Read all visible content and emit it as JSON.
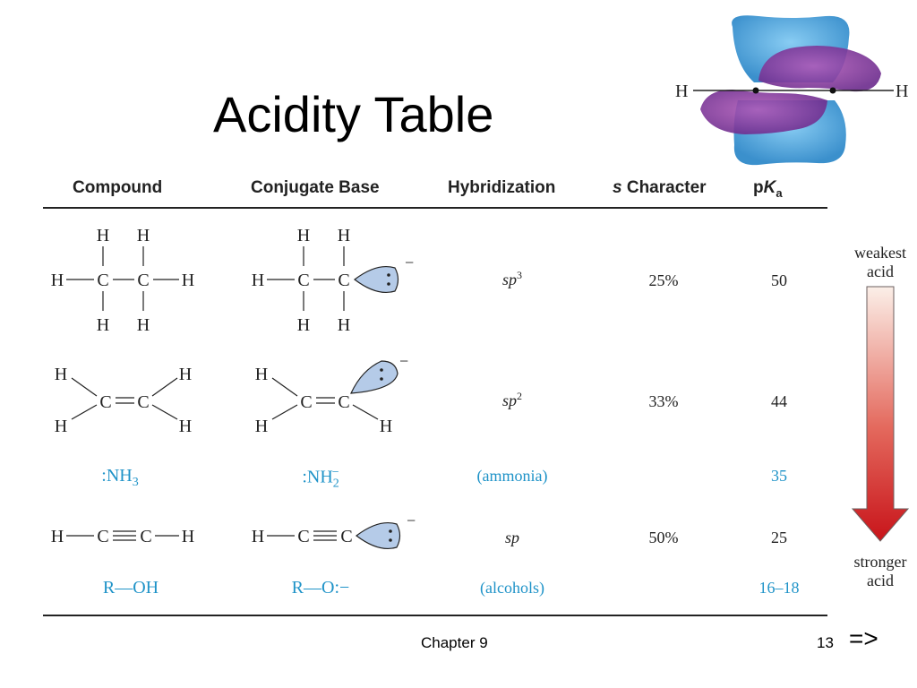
{
  "slide": {
    "title": "Acidity Table",
    "footer_chapter": "Chapter 9",
    "page_number": "13",
    "next_arrow": "=>"
  },
  "orbital_labels": {
    "left": "H",
    "right": "H"
  },
  "table": {
    "headers": {
      "compound": "Compound",
      "conjugate_base": "Conjugate Base",
      "hybridization": "Hybridization",
      "s_character_s": "s",
      "s_character_rest": " Character",
      "pka_p": "p",
      "pka_K": "K",
      "pka_sub": "a"
    },
    "rows": [
      {
        "hybrid": "sp",
        "hybrid_sup": "3",
        "s_char": "25%",
        "pka": "50"
      },
      {
        "hybrid": "sp",
        "hybrid_sup": "2",
        "s_char": "33%",
        "pka": "44"
      },
      {
        "hybrid": "(ammonia)",
        "s_char": "",
        "pka": "35"
      },
      {
        "hybrid": "sp",
        "s_char": "50%",
        "pka": "25"
      },
      {
        "hybrid": "(alcohols)",
        "s_char": "",
        "pka": "16–18"
      }
    ],
    "ammonia": {
      "compound": ":NH",
      "compound_sub": "3",
      "base": ":NH",
      "base_sub": "2",
      "base_sup": "−"
    },
    "alcohol": {
      "compound": "R—OH",
      "base_r": "R—",
      "base_o": "O",
      "base_tail": ":−"
    }
  },
  "acidity_scale": {
    "top_label_1": "weakest",
    "top_label_2": "acid",
    "bottom_label_1": "stronger",
    "bottom_label_2": "acid"
  }
}
